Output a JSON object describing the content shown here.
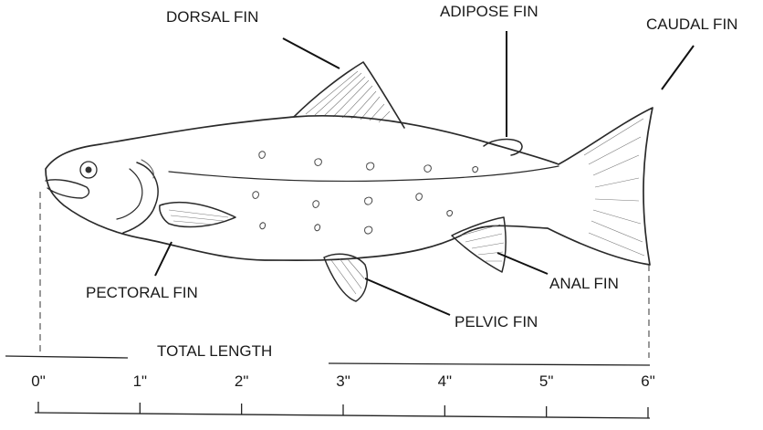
{
  "labels": {
    "dorsal": "DORSAL FIN",
    "adipose": "ADIPOSE FIN",
    "caudal": "CAUDAL FIN",
    "pectoral": "PECTORAL FIN",
    "anal": "ANAL FIN",
    "pelvic": "PELVIC FIN",
    "total_length": "TOTAL LENGTH"
  },
  "scale": {
    "ticks": [
      "0\"",
      "1\"",
      "2\"",
      "3\"",
      "4\"",
      "5\"",
      "6\""
    ]
  }
}
